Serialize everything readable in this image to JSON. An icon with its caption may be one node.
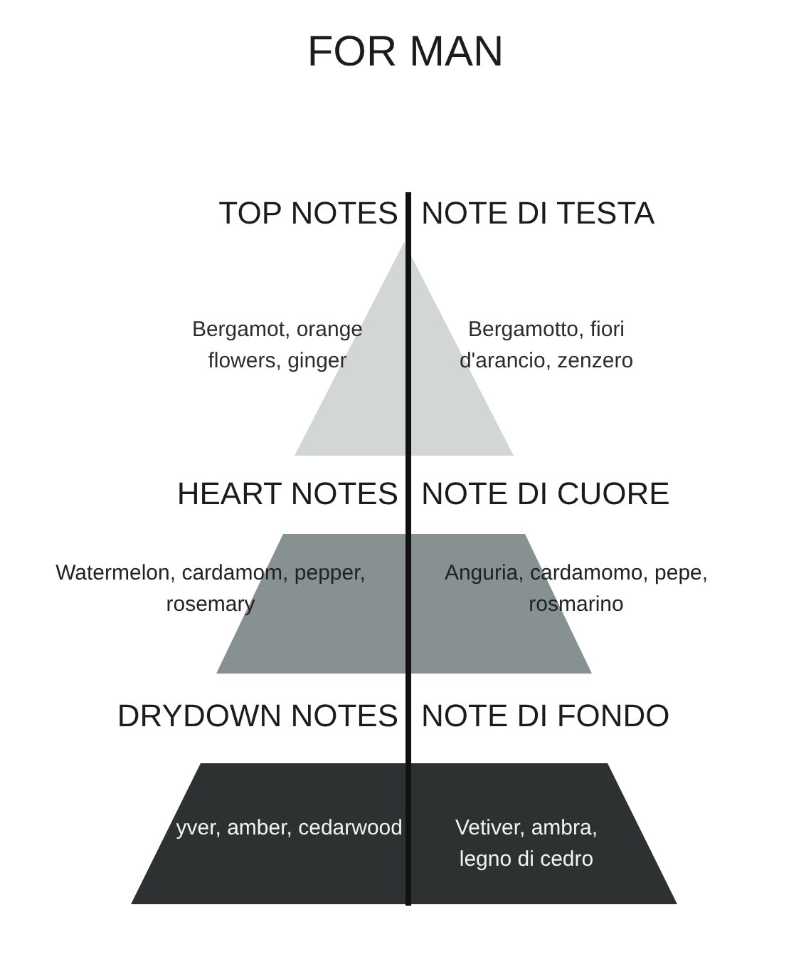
{
  "diagram": {
    "title": "FOR MAN",
    "nodes": [
      {
        "text": [
          "TOP NOTES",
          "NOTE DI TESTA",
          "Bergamot, orange flowers, ginger",
          "Bergamotto, fiori d'arancio, zenzero"
        ]
      },
      {
        "text": [
          "HEART NOTES",
          "NOTE DI CUORE",
          "Watermelon, cardamom, pepper, rosemary",
          "Anguria, cardamomo, pepe, rosmarino"
        ]
      },
      {
        "text": [
          "DRYDOWN NOTES",
          "NOTE DI FONDO",
          "yver, amber, cedarwood",
          "Vetiver, ambra, legno di cedro"
        ]
      }
    ]
  }
}
